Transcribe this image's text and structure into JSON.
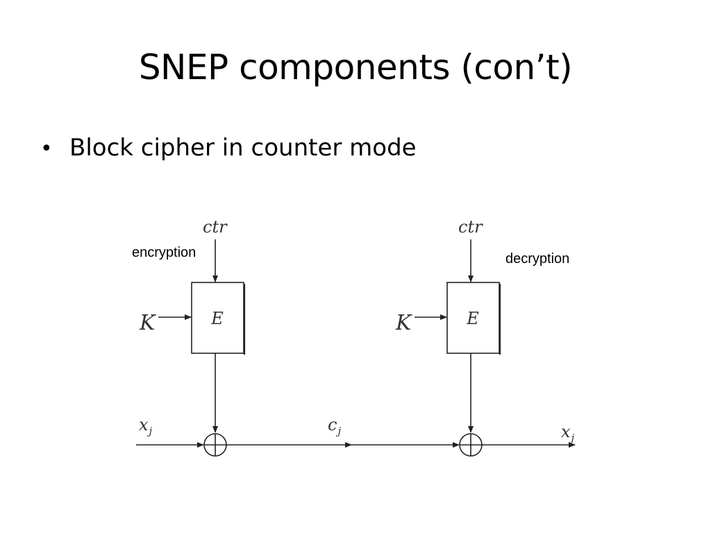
{
  "slide": {
    "title": "SNEP components (con’t)",
    "bullets": [
      {
        "marker": "•",
        "text": "Block cipher in counter mode"
      }
    ]
  },
  "diagram": {
    "encryption_label": "encryption",
    "decryption_label": "decryption",
    "encryption": {
      "counter_label": "ctr",
      "key_label": "K",
      "block_label": "E",
      "input_main": "x",
      "input_sub": "j"
    },
    "decryption": {
      "counter_label": "ctr",
      "key_label": "K",
      "block_label": "E",
      "output_main": "x",
      "output_sub": "j"
    },
    "ciphertext_main": "c",
    "ciphertext_sub": "j",
    "colors": {
      "line": "#222222",
      "text": "#333333"
    }
  }
}
